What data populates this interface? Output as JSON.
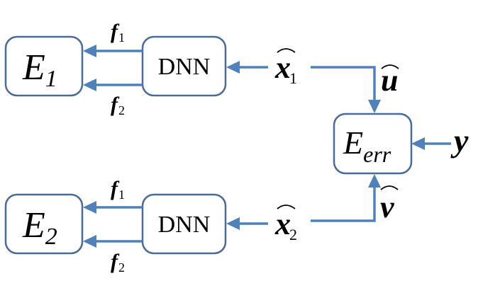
{
  "blocks": {
    "e1": {
      "main": "E",
      "sub": "1"
    },
    "e2": {
      "main": "E",
      "sub": "2"
    },
    "err": {
      "main": "E",
      "sub": "err"
    },
    "dnn_top": {
      "label": "DNN"
    },
    "dnn_bottom": {
      "label": "DNN"
    }
  },
  "signals": {
    "f1_top": {
      "main": "f",
      "sub": "1"
    },
    "f2_top": {
      "main": "f",
      "sub": "2"
    },
    "f1_bottom": {
      "main": "f",
      "sub": "1"
    },
    "f2_bottom": {
      "main": "f",
      "sub": "2"
    },
    "x1": {
      "main": "x",
      "sub": "1"
    },
    "x2": {
      "main": "x",
      "sub": "2"
    },
    "u": {
      "main": "u"
    },
    "v": {
      "main": "v"
    },
    "y": {
      "main": "y"
    }
  },
  "colors": {
    "arrow": "#4f81bd",
    "box_border": "#4a6a9c",
    "text": "#000000"
  }
}
